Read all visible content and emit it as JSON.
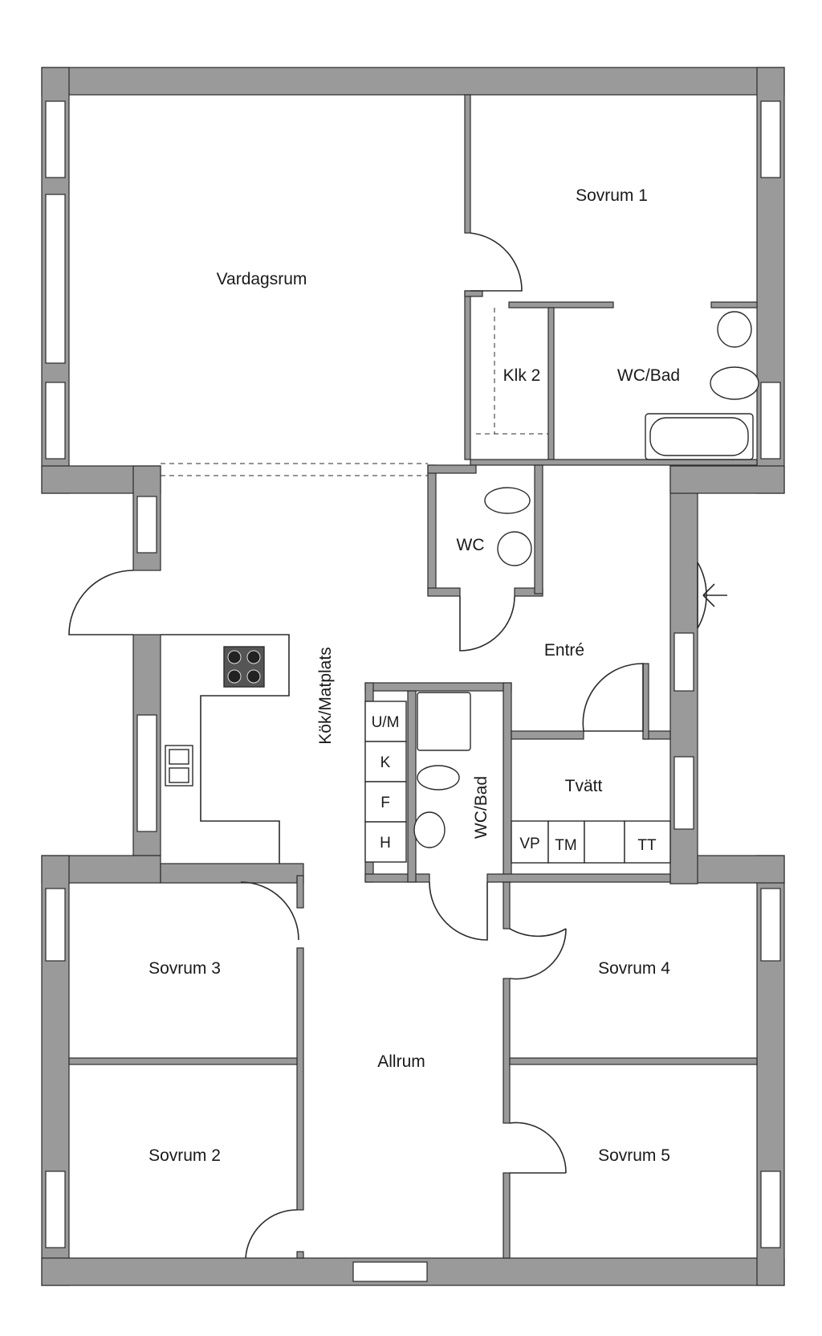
{
  "rooms": {
    "vardagsrum": "Vardagsrum",
    "sovrum1": "Sovrum 1",
    "klk2": "Klk 2",
    "wcbad_top": "WC/Bad",
    "wc": "WC",
    "entre": "Entré",
    "kok": "Kök/Matplats",
    "wcbad_mid": "WC/Bad",
    "tvatt": "Tvätt",
    "sovrum3": "Sovrum 3",
    "sovrum4": "Sovrum 4",
    "allrum": "Allrum",
    "sovrum2": "Sovrum 2",
    "sovrum5": "Sovrum 5"
  },
  "storage": [
    "U/M",
    "K",
    "F",
    "H"
  ],
  "laundry": [
    "VP",
    "TM",
    "TT"
  ]
}
